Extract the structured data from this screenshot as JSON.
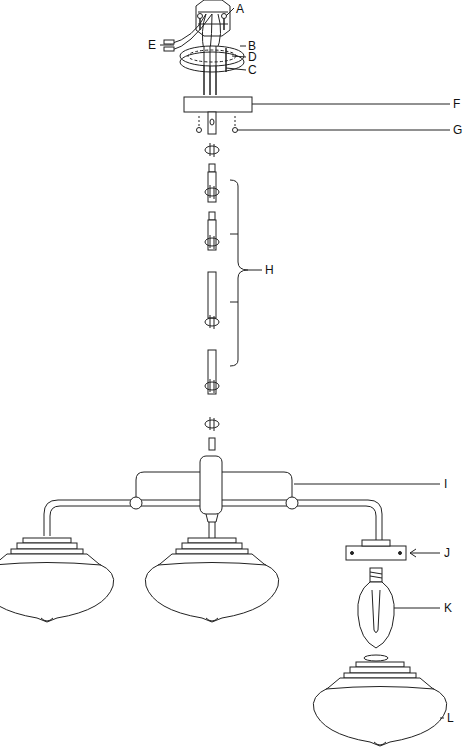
{
  "diagram": {
    "labels": [
      "A",
      "B",
      "D",
      "C",
      "E",
      "F",
      "G",
      "H",
      "I",
      "J",
      "K",
      "L"
    ]
  }
}
